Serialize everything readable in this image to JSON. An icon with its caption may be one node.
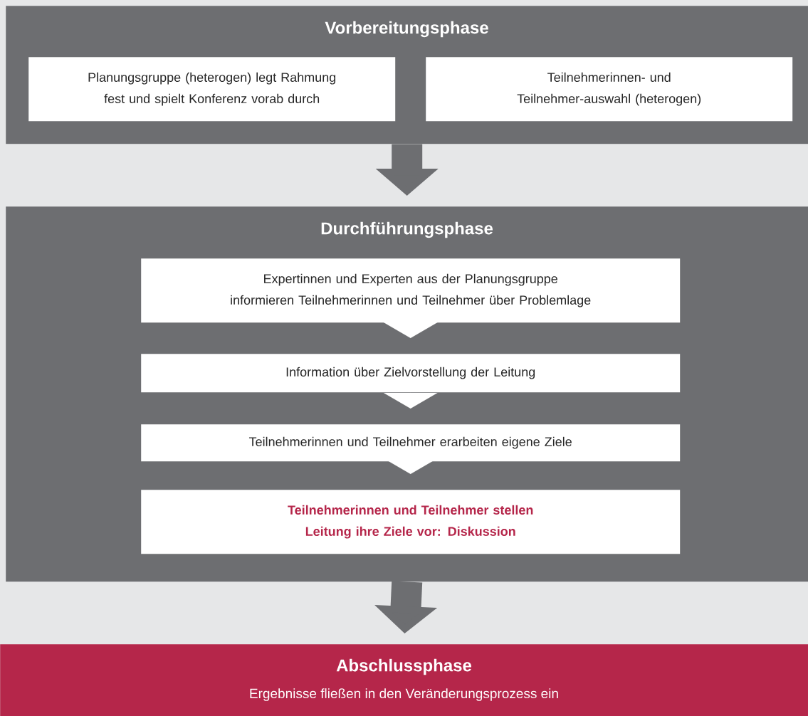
{
  "diagram": {
    "nodes": [
      {
        "text": [
          "Vorbereitungsphase"
        ]
      },
      {
        "text": [
          "Planungsgruppe (heterogen) legt Rahmung fest und spielt Konferenz vorab durch"
        ],
        "in": 0
      },
      {
        "text": [
          "Teilnehmerinnen- und Teilnehmer-auswahl (heterogen)"
        ],
        "in": 0
      },
      {
        "text": [
          "Durchführungsphase"
        ]
      },
      {
        "text": [
          "Expertinnen und Experten aus der Planungsgruppe informieren Teilnehmerinnen und Teilnehmer über Problemlage"
        ],
        "in": 3
      },
      {
        "text": [
          "Information über Zielvorstellung der Leitung"
        ],
        "in": 3
      },
      {
        "text": [
          "Teilnehmerinnen und Teilnehmer erarbeiten eigene Ziele"
        ],
        "in": 3
      },
      {
        "text": [
          "Teilnehmerinnen und Teilnehmer stellen Leitung ihre Ziele vor: Diskussion"
        ],
        "in": 3
      },
      {
        "text": [
          "Abschlussphase",
          "Ergebnisse fließen in den Veränderungsprozess ein"
        ]
      }
    ],
    "edges": [
      {
        "from": 0,
        "to": 3,
        "arrow": "to",
        "color": "#6d6e71"
      },
      {
        "from": 4,
        "to": 5,
        "arrow": "to"
      },
      {
        "from": 5,
        "to": 6,
        "arrow": "to"
      },
      {
        "from": 6,
        "to": 7,
        "arrow": "to"
      },
      {
        "from": 3,
        "to": 8,
        "arrow": "to",
        "color": "#6d6e71"
      }
    ]
  }
}
